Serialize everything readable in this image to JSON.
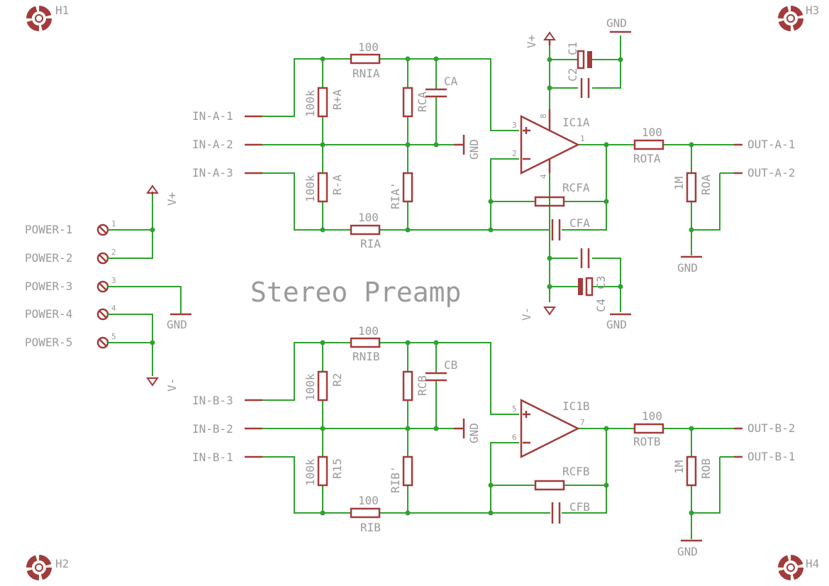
{
  "title": "Stereo Preamp",
  "mounting_holes": [
    "H1",
    "H2",
    "H3",
    "H4"
  ],
  "power": {
    "pins": [
      "POWER-1",
      "POWER-2",
      "POWER-3",
      "POWER-4",
      "POWER-5"
    ],
    "pin_numbers": [
      "1",
      "2",
      "3",
      "4",
      "5"
    ],
    "vplus": "V+",
    "vminus": "V-",
    "gnd": "GND"
  },
  "gnd": "GND",
  "vplus": "V+",
  "vminus": "V-",
  "channel_a": {
    "inputs": [
      "IN-A-1",
      "IN-A-2",
      "IN-A-3"
    ],
    "outputs": [
      "OUT-A-1",
      "OUT-A-2"
    ],
    "opamp": "IC1A",
    "pins": {
      "noninv": "3",
      "inv": "2",
      "out": "1",
      "vplus": "8",
      "vminus": "4"
    },
    "rnia": {
      "name": "RNIA",
      "value": "100"
    },
    "rpa": {
      "name": "R+A",
      "value": "100k"
    },
    "rma": {
      "name": "R-A",
      "value": "100k"
    },
    "ria": {
      "name": "RIA",
      "value": "100"
    },
    "rca": "RCA",
    "ca": "CA",
    "ria2": "RIA'",
    "rcfa": "RCFA",
    "cfa": "CFA",
    "rota": {
      "name": "ROTA",
      "value": "100"
    },
    "roa": {
      "name": "ROA",
      "value": "1M"
    }
  },
  "supply_caps": {
    "c1": "C1",
    "c2": "C2",
    "c3": "C3",
    "c4": "C4"
  },
  "channel_b": {
    "inputs": [
      "IN-B-3",
      "IN-B-2",
      "IN-B-1"
    ],
    "outputs": [
      "OUT-B-2",
      "OUT-B-1"
    ],
    "opamp": "IC1B",
    "pins": {
      "noninv": "5",
      "inv": "6",
      "out": "7"
    },
    "rnib": {
      "name": "RNIB",
      "value": "100"
    },
    "r2": {
      "name": "R2",
      "value": "100k"
    },
    "r15": {
      "name": "R15",
      "value": "100k"
    },
    "rib": {
      "name": "RIB",
      "value": "100"
    },
    "rcb": "RCB",
    "cb": "CB",
    "rib2": "RIB'",
    "rcfb": "RCFB",
    "cfb": "CFB",
    "rotb": {
      "name": "ROTB",
      "value": "100"
    },
    "rob": {
      "name": "ROB",
      "value": "1M"
    }
  }
}
